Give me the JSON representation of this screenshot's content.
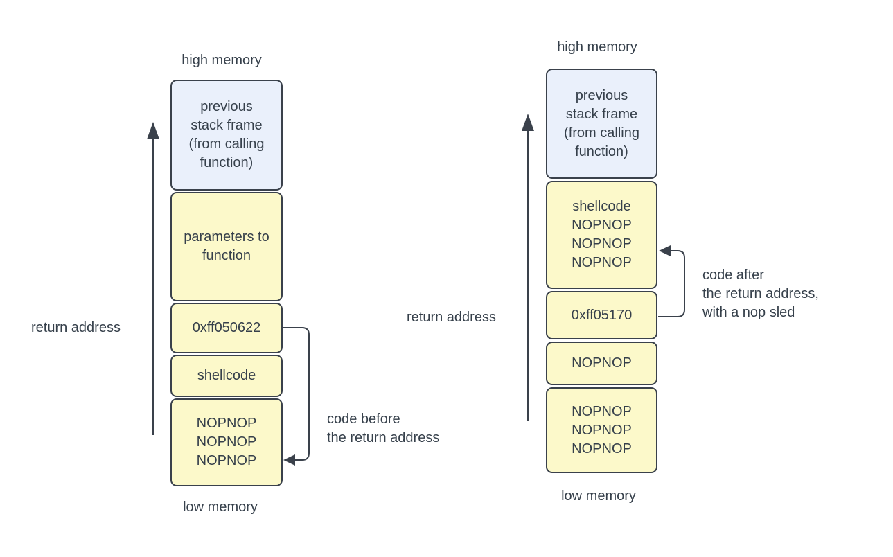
{
  "title": "stack buffer overflow diagram",
  "colors": {
    "box_yellow": "#FCF9CA",
    "box_blue": "#EAF0FB",
    "line": "#3A414B",
    "text": "#36404B",
    "background": "#FFFFFF"
  },
  "left": {
    "top_label": "high memory",
    "bottom_label": "low memory",
    "side_label": "return address",
    "boxes": [
      {
        "id": "previous-stack-frame",
        "text": "previous\nstack frame\n(from calling\nfunction)"
      },
      {
        "id": "parameters-to-function",
        "text": "parameters to\nfunction"
      },
      {
        "id": "return-address-value",
        "text": "0xff050622"
      },
      {
        "id": "shellcode",
        "text": "shellcode"
      },
      {
        "id": "nop-sled",
        "text": "NOPNOP\nNOPNOP\nNOPNOP"
      }
    ],
    "annotation": "code before\nthe return address"
  },
  "right": {
    "top_label": "high memory",
    "bottom_label": "low memory",
    "side_label": "return address",
    "boxes": [
      {
        "id": "previous-stack-frame",
        "text": "previous\nstack frame\n(from calling\nfunction)"
      },
      {
        "id": "shellcode-nop-sled",
        "text": "shellcode\nNOPNOP\nNOPNOP\nNOPNOP"
      },
      {
        "id": "return-address-value",
        "text": "0xff05170"
      },
      {
        "id": "nop",
        "text": "NOPNOP"
      },
      {
        "id": "nop-sled",
        "text": "NOPNOP\nNOPNOP\nNOPNOP"
      }
    ],
    "annotation": "code after\nthe return address,\nwith a nop sled"
  }
}
